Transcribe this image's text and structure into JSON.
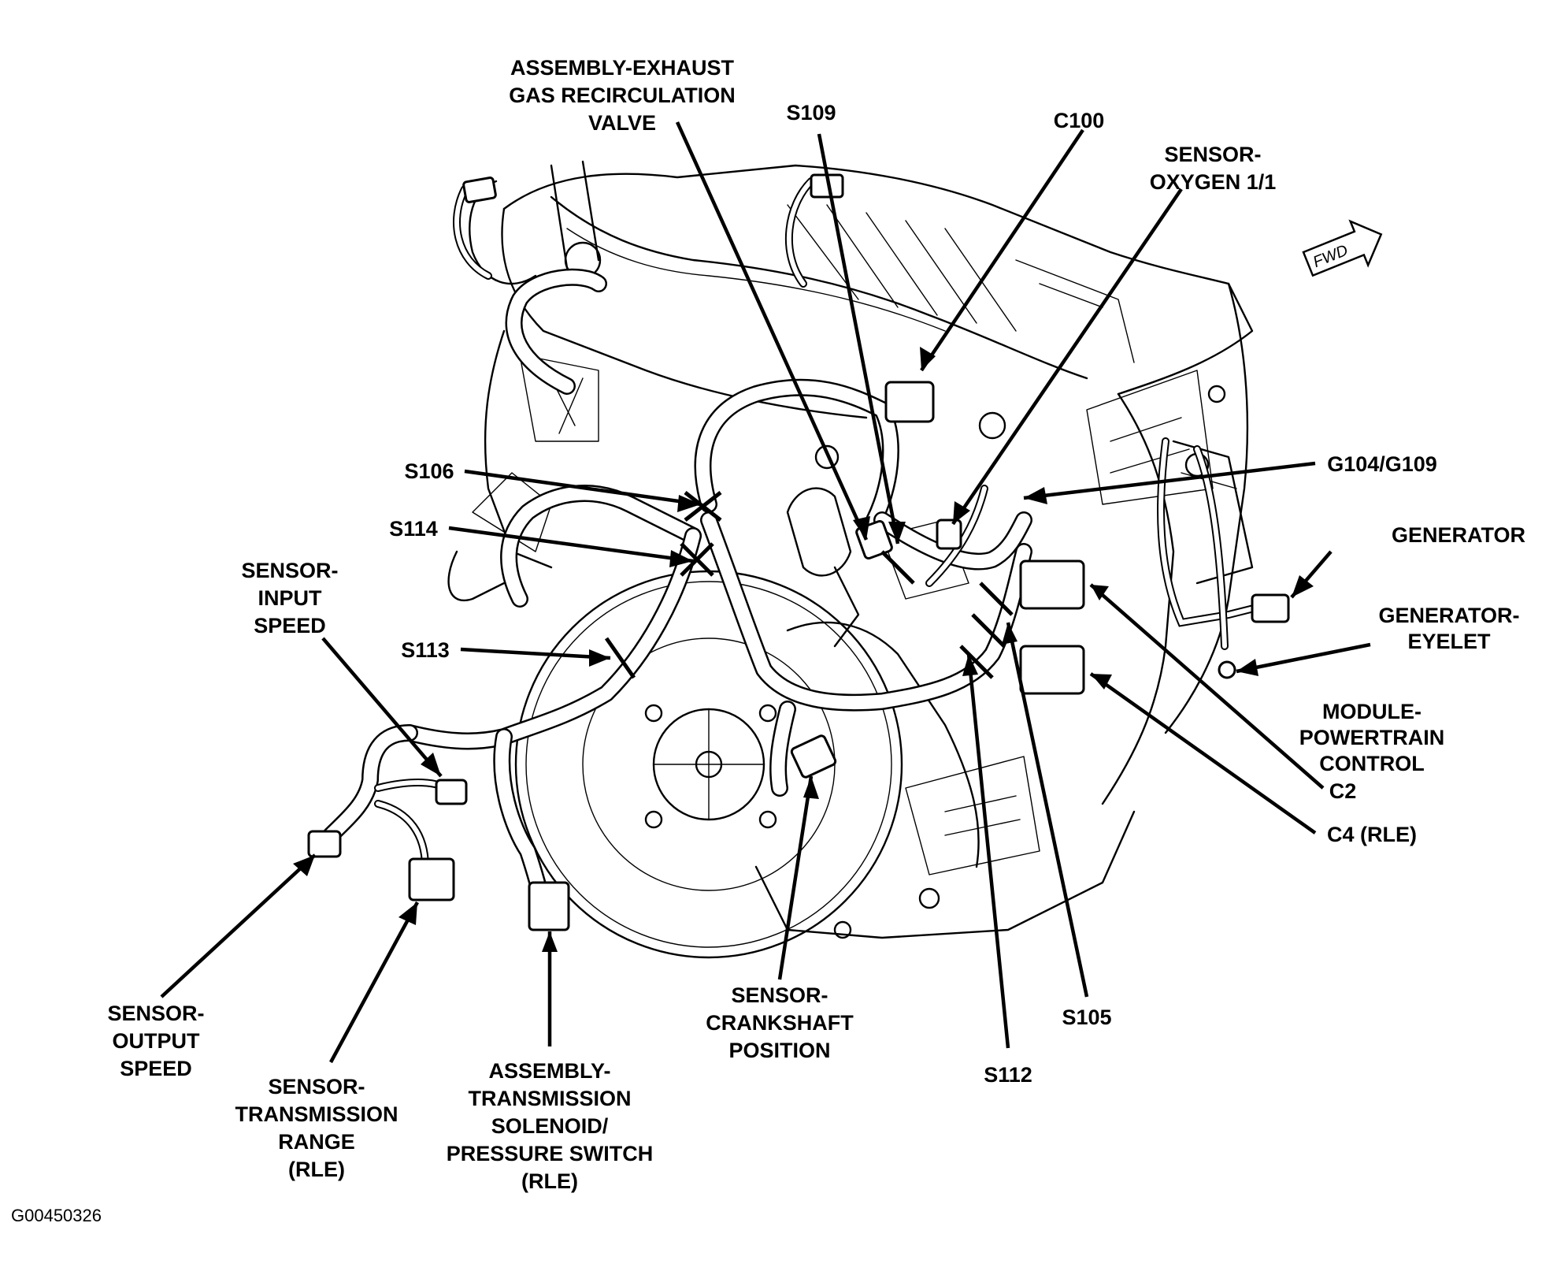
{
  "figure_id": "G00450326",
  "fwd_label": "FWD",
  "labels": {
    "egr_valve": [
      "ASSEMBLY-EXHAUST",
      "GAS RECIRCULATION",
      "VALVE"
    ],
    "s109": "S109",
    "c100": "C100",
    "o2_sensor": [
      "SENSOR-",
      "OXYGEN 1/1"
    ],
    "s106": "S106",
    "s114": "S114",
    "g104_g109": "G104/G109",
    "generator": "GENERATOR",
    "generator_eyelet": [
      "GENERATOR-",
      "EYELET"
    ],
    "input_speed": [
      "SENSOR-",
      "INPUT",
      "SPEED"
    ],
    "s113": "S113",
    "pcm": [
      "MODULE-",
      "POWERTRAIN",
      "CONTROL"
    ],
    "c2": "C2",
    "c4": "C4 (RLE)",
    "output_speed": [
      "SENSOR-",
      "OUTPUT",
      "SPEED"
    ],
    "trans_range": [
      "SENSOR-",
      "TRANSMISSION",
      "RANGE",
      "(RLE)"
    ],
    "solenoid": [
      "ASSEMBLY-",
      "TRANSMISSION",
      "SOLENOID/",
      "PRESSURE SWITCH",
      "(RLE)"
    ],
    "crank": [
      "SENSOR-",
      "CRANKSHAFT",
      "POSITION"
    ],
    "s112": "S112",
    "s105": "S105"
  },
  "icons": {
    "fwd_arrow": "fwd-arrow-icon"
  }
}
